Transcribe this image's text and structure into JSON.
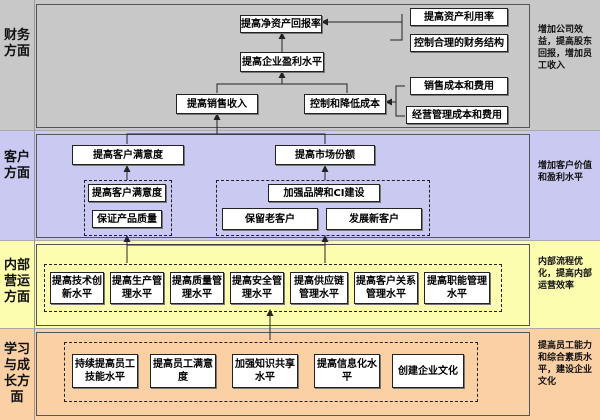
{
  "perspectives": {
    "finance": "财务方面",
    "customer": "客户方面",
    "internal": "内部营运方面",
    "learning": "学习与成长方面"
  },
  "goals": {
    "finance": "增加公司效益，提高股东回报，增加员工收入",
    "customer": "增加客户价值和盈利水平",
    "internal": "内部流程优化，提高内部运营效率",
    "learning": "提高员工能力和综合素质水平，建设企业文化"
  },
  "finance": {
    "roe": "提高净资产回报率",
    "asset_util": "提高资产利用率",
    "fin_structure": "控制合理的财务结构",
    "profit": "提高企业盈利水平",
    "sales_cost": "销售成本和费用",
    "sales_rev": "提高销售收入",
    "cost_ctrl": "控制和降低成本",
    "op_cost": "经营管理成本和费用"
  },
  "customer": {
    "satisfaction": "提高客户满意度",
    "market_share": "提高市场份额",
    "sat_sub": "提高客户满意度",
    "quality": "保证产品质量",
    "brand": "加强品牌和CI建设",
    "retain": "保留老客户",
    "develop": "发展新客户"
  },
  "internal": {
    "items": [
      "提高技术创新水平",
      "提高生产管理水平",
      "提高质量管理水平",
      "提高安全管理水平",
      "提高供应链管理水平",
      "提高客户关系管理水平",
      "提高职能管理水平"
    ]
  },
  "learning": {
    "items": [
      "持续提高员工技能水平",
      "提高员工满意度",
      "加强知识共享水平",
      "提高信息化水平",
      "创建企业文化"
    ]
  }
}
